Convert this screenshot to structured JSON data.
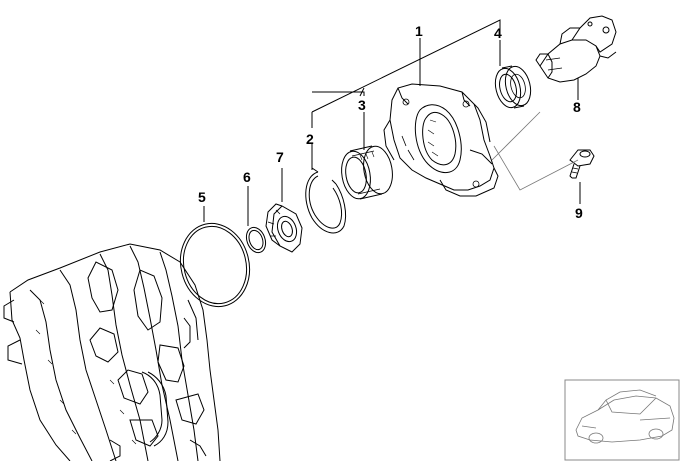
{
  "parts": [
    {
      "number": "1"
    },
    {
      "number": "2"
    },
    {
      "number": "3"
    },
    {
      "number": "4"
    },
    {
      "number": "5"
    },
    {
      "number": "6"
    },
    {
      "number": "7"
    },
    {
      "number": "8"
    },
    {
      "number": "9"
    }
  ]
}
